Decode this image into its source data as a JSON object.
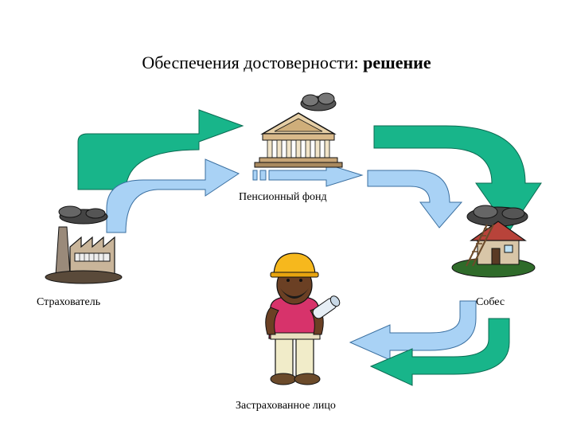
{
  "title": {
    "prefix": "Обеспечения достоверности:",
    "emphasis": "решение"
  },
  "nodes": {
    "fund": "Пенсионный фонд",
    "insurer": "Страхователь",
    "social": "Собес",
    "insured": "Застрахованное лицо"
  },
  "colors": {
    "green_arrow": "#18b58a",
    "blue_arrow": "#a9d2f5",
    "helmet": "#f6b81d",
    "shirt": "#d7336b"
  }
}
